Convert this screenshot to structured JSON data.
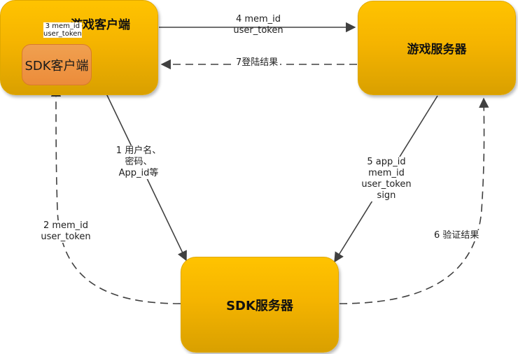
{
  "nodes": {
    "game_client": "游戏客户端",
    "sdk_client": "SDK客户端",
    "game_server": "游戏服务器",
    "sdk_server": "SDK服务器"
  },
  "edges": {
    "e1": {
      "lines": [
        "1 用户名、",
        "密码、",
        "App_id等"
      ]
    },
    "e2": {
      "lines": [
        "2 mem_id",
        "user_token"
      ]
    },
    "e3": {
      "lines": [
        "3 mem_id",
        "user_token"
      ]
    },
    "e4": {
      "lines": [
        "4 mem_id",
        "user_token"
      ]
    },
    "e5": {
      "lines": [
        "5 app_id",
        "mem_id",
        "user_token",
        "sign"
      ]
    },
    "e6": {
      "lines": [
        "6 验证结果"
      ]
    },
    "e7": {
      "lines": [
        "7登陆结果"
      ]
    }
  },
  "colors": {
    "node_fill": "#ffc000",
    "sdk_client_fill": "#ed8c3a",
    "edge": "#404040"
  }
}
